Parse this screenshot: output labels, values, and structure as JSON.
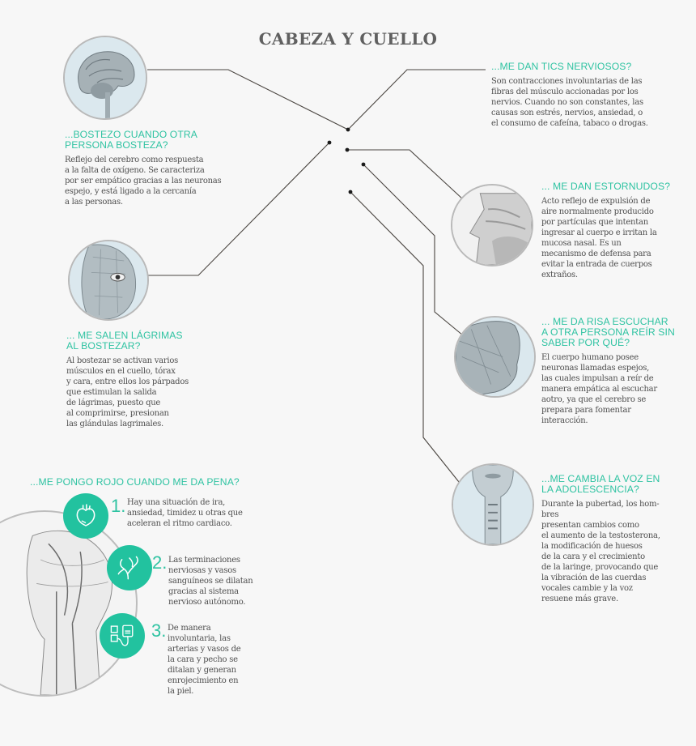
{
  "title": "CABEZA Y CUELLO",
  "colors": {
    "accent": "#22c29f",
    "heading": "#2fc3a2",
    "text": "#4f4f4f",
    "title": "#606060",
    "background": "#f7f7f7",
    "line": "#4a4540"
  },
  "sections": {
    "bostezo": {
      "icon": "brain-illustration",
      "heading": "...BOSTEZO CUANDO OTRA\nPERSONA BOSTEZA?",
      "body": "Reflejo del cerebro como respuesta\na la falta de oxígeno. Se caracteriza\npor ser empático gracias a las neuronas\nespejo, y está ligado a la cercanía\na las personas."
    },
    "tics": {
      "heading": "...ME DAN TICS NERVIOSOS?",
      "body": "Son contracciones involuntarias de las\nfibras del músculo accionadas por los\nnervios. Cuando no son constantes, las\ncausas son estrés, nervios, ansiedad, o\nel consumo de cafeína, tabaco o drogas."
    },
    "lagrimas": {
      "icon": "face-muscles-illustration",
      "heading": "... ME SALEN LÁGRIMAS\nAL BOSTEZAR?",
      "body": "Al bostezar se activan varios\nmúsculos en el cuello, tórax\ny cara, entre ellos los párpados\nque estimulan la salida\nde lágrimas, puesto que\nal comprimirse, presionan\nlas glándulas lagrimales."
    },
    "estornudos": {
      "icon": "nasal-cavity-illustration",
      "heading": "... ME DAN ESTORNUDOS?",
      "body": "Acto reflejo de expulsión de\naire normalmente producido\npor partículas que intentan\ningresar al cuerpo e irritan la\nmucosa nasal. Es un\nmecanismo de defensa para\nevitar la entrada de cuerpos\nextraños."
    },
    "risa": {
      "icon": "cheek-muscles-illustration",
      "heading": "... ME DA RISA ESCUCHAR\nA OTRA PERSONA REÍR SIN\nSABER POR QUÉ?",
      "body": "El cuerpo humano posee\nneuronas llamadas espejos,\nlas cuales impulsan a reír de\nmanera empática al escuchar\naotro, ya que el cerebro se\nprepara para fomentar\ninteracción."
    },
    "voz": {
      "icon": "neck-larynx-illustration",
      "heading": "...ME CAMBIA LA VOZ EN\nLA ADOLESCENCIA?",
      "body": "Durante la pubertad, los hom-\nbres\npresentan cambios como\nel aumento de la testosterona,\nla modificación de huesos\nde la cara y el crecimiento\nde la laringe, provocando que\nla vibración de las cuerdas\nvocales cambie y la voz\nresuene más grave."
    },
    "rojo": {
      "icon": "head-vessels-illustration",
      "heading": "...ME PONGO ROJO CUANDO ME DA PENA?",
      "steps": [
        {
          "num": "1.",
          "icon": "heart-icon",
          "text": "Hay una situación de ira,\nansiedad, timidez u otras que\naceleran el ritmo cardiaco."
        },
        {
          "num": "2.",
          "icon": "nerve-branch-icon",
          "text": "Las terminaciones\nnerviosas y vasos\nsanguíneos se dilatan\ngracias al sistema\nnervioso autónomo."
        },
        {
          "num": "3.",
          "icon": "blood-pressure-monitor-icon",
          "text": "De manera\ninvoluntaria, las\narterias y vasos de\nla cara y pecho se\nditalan y generan\nenrojecimiento en\nla piel."
        }
      ]
    }
  }
}
